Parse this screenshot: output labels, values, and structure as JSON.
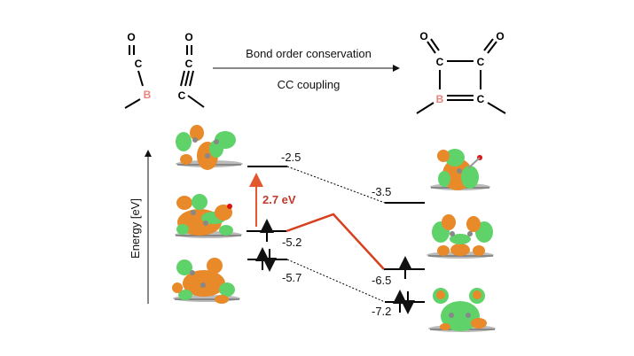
{
  "reaction": {
    "arrow_top_label": "Bond order conservation",
    "arrow_bottom_label": "CC coupling"
  },
  "atoms": {
    "oxygen": "O",
    "carbon": "C",
    "boron": "B"
  },
  "diagram": {
    "axis_label": "Energy [eV]",
    "gap_label": "2.7 eV",
    "left_levels": [
      "-2.5",
      "-5.2",
      "-5.7"
    ],
    "right_levels": [
      "-3.5",
      "-6.5",
      "-7.2"
    ]
  },
  "colors": {
    "boron": "#e7837a",
    "gap_arrow": "#e4572e",
    "gap_text": "#c0392b",
    "correlation_line": "#d7401e",
    "orbital_positive": "#e8892a",
    "orbital_negative": "#5fd26a"
  }
}
